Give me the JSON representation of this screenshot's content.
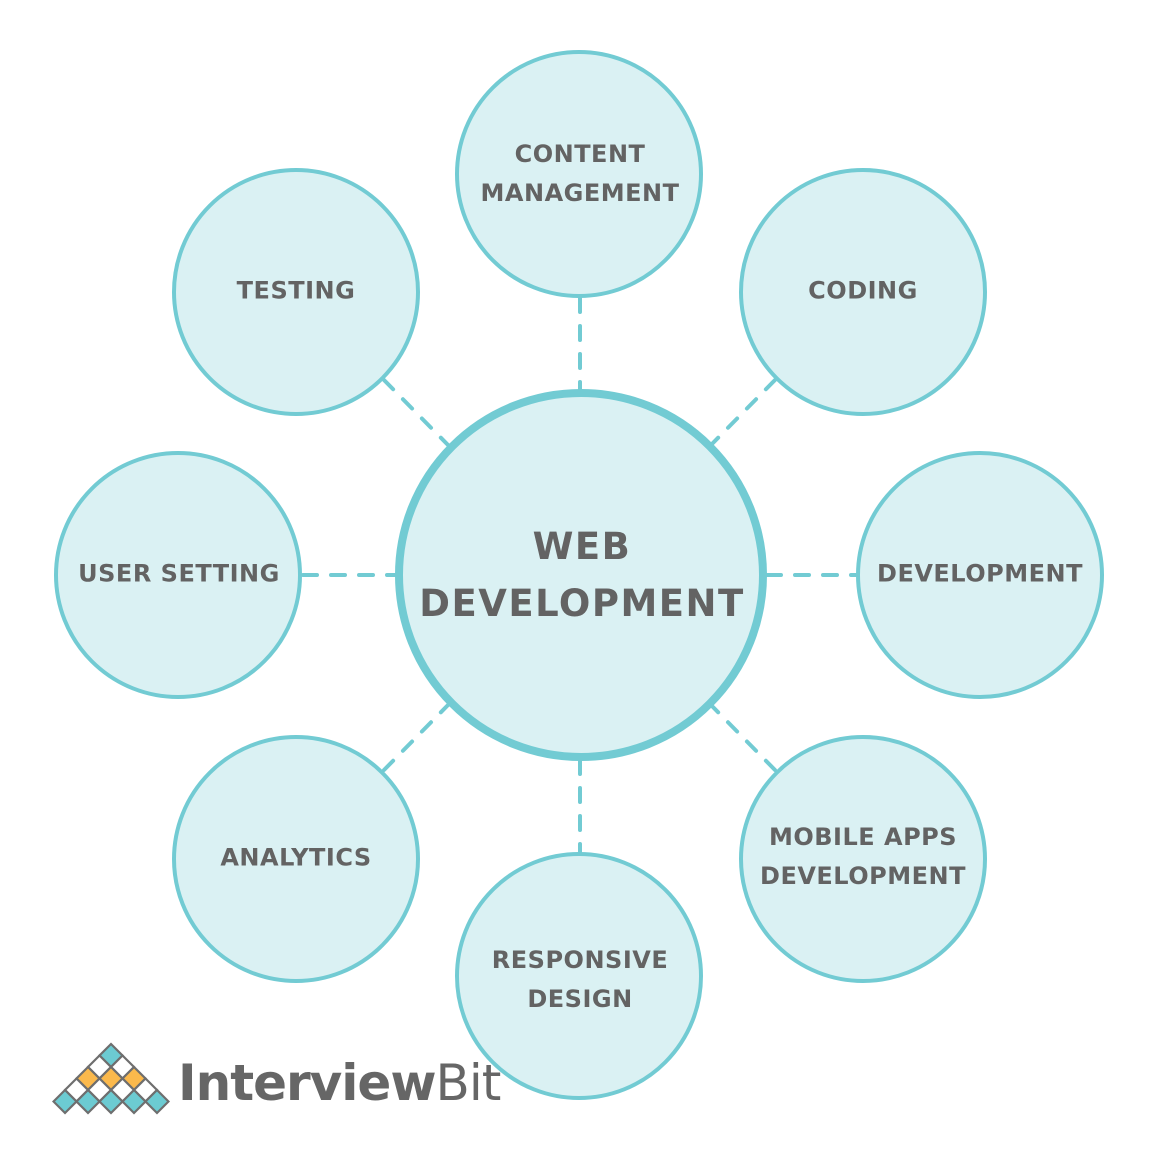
{
  "title": "Web Development",
  "colors": {
    "circle_fill": "#daf1f3",
    "circle_stroke": "#72cbd3",
    "connector": "#72cbd3",
    "text": "#636363",
    "logo_teal": "#6ccbd2",
    "logo_orange": "#fbb94c",
    "logo_outline": "#6e6e6e",
    "logo_text": "#666666"
  },
  "center": {
    "lines": [
      "WEB",
      "DEVELOPMENT"
    ]
  },
  "nodes": [
    {
      "id": "content-management",
      "lines": [
        "CONTENT",
        "MANAGEMENT"
      ],
      "position": "top"
    },
    {
      "id": "coding",
      "lines": [
        "CODING"
      ],
      "position": "top-right"
    },
    {
      "id": "development",
      "lines": [
        "DEVELOPMENT"
      ],
      "position": "right"
    },
    {
      "id": "mobile-apps-development",
      "lines": [
        "MOBILE APPS",
        "DEVELOPMENT"
      ],
      "position": "bottom-right"
    },
    {
      "id": "responsive-design",
      "lines": [
        "RESPONSIVE",
        "DESIGN"
      ],
      "position": "bottom"
    },
    {
      "id": "analytics",
      "lines": [
        "ANALYTICS"
      ],
      "position": "bottom-left"
    },
    {
      "id": "user-setting",
      "lines": [
        "USER SETTING"
      ],
      "position": "left"
    },
    {
      "id": "testing",
      "lines": [
        "TESTING"
      ],
      "position": "top-left"
    }
  ],
  "logo": {
    "text_bold": "Interview",
    "text_regular": "Bit",
    "rows": [
      [
        "teal"
      ],
      [
        "white",
        "white"
      ],
      [
        "orange",
        "orange",
        "orange"
      ],
      [
        "white",
        "white",
        "white",
        "white"
      ],
      [
        "teal",
        "teal",
        "teal",
        "teal",
        "teal"
      ]
    ]
  }
}
